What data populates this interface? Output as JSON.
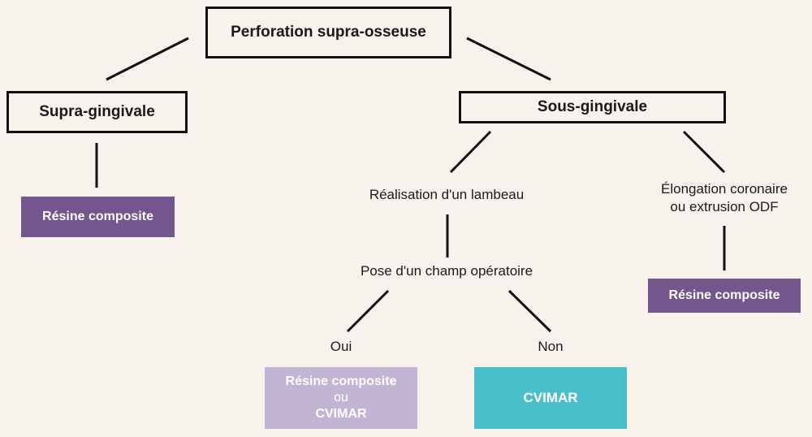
{
  "root": {
    "label": "Perforation supra-osseuse"
  },
  "supra": {
    "label": "Supra-gingivale",
    "result": "Résine composite"
  },
  "sous": {
    "label": "Sous-gingivale",
    "left_branch": {
      "step1": "Réalisation d'un lambeau",
      "step2": "Pose d'un champ opératoire",
      "yes": {
        "label": "Oui",
        "result_line1": "Résine composite",
        "result_line2": "ou",
        "result_line3": "CVIMAR"
      },
      "no": {
        "label": "Non",
        "result": "CVIMAR"
      }
    },
    "right_branch": {
      "line1": "Élongation coronaire",
      "line2": "ou extrusion ODF",
      "result": "Résine composite"
    }
  },
  "colors": {
    "background": "#f8f2ec",
    "purple": "#74558e",
    "lilac": "#c1b5d3",
    "teal": "#4abfcc"
  }
}
